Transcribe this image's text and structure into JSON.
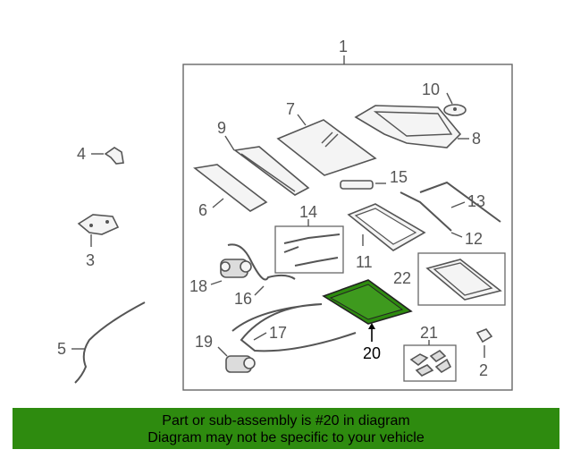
{
  "callouts": {
    "c1": "1",
    "c2": "2",
    "c3": "3",
    "c4": "4",
    "c5": "5",
    "c6": "6",
    "c7": "7",
    "c8": "8",
    "c9": "9",
    "c10": "10",
    "c11": "11",
    "c12": "12",
    "c13": "13",
    "c14": "14",
    "c15": "15",
    "c16": "16",
    "c17": "17",
    "c18": "18",
    "c19": "19",
    "c20": "20",
    "c21": "21",
    "c22": "22"
  },
  "highlight_part": "20",
  "banner": {
    "line1": "Part or sub-assembly is #20 in diagram",
    "line2": "Diagram may not be specific to your vehicle"
  },
  "colors": {
    "banner_bg": "#2e8b0f",
    "line": "#555555"
  }
}
